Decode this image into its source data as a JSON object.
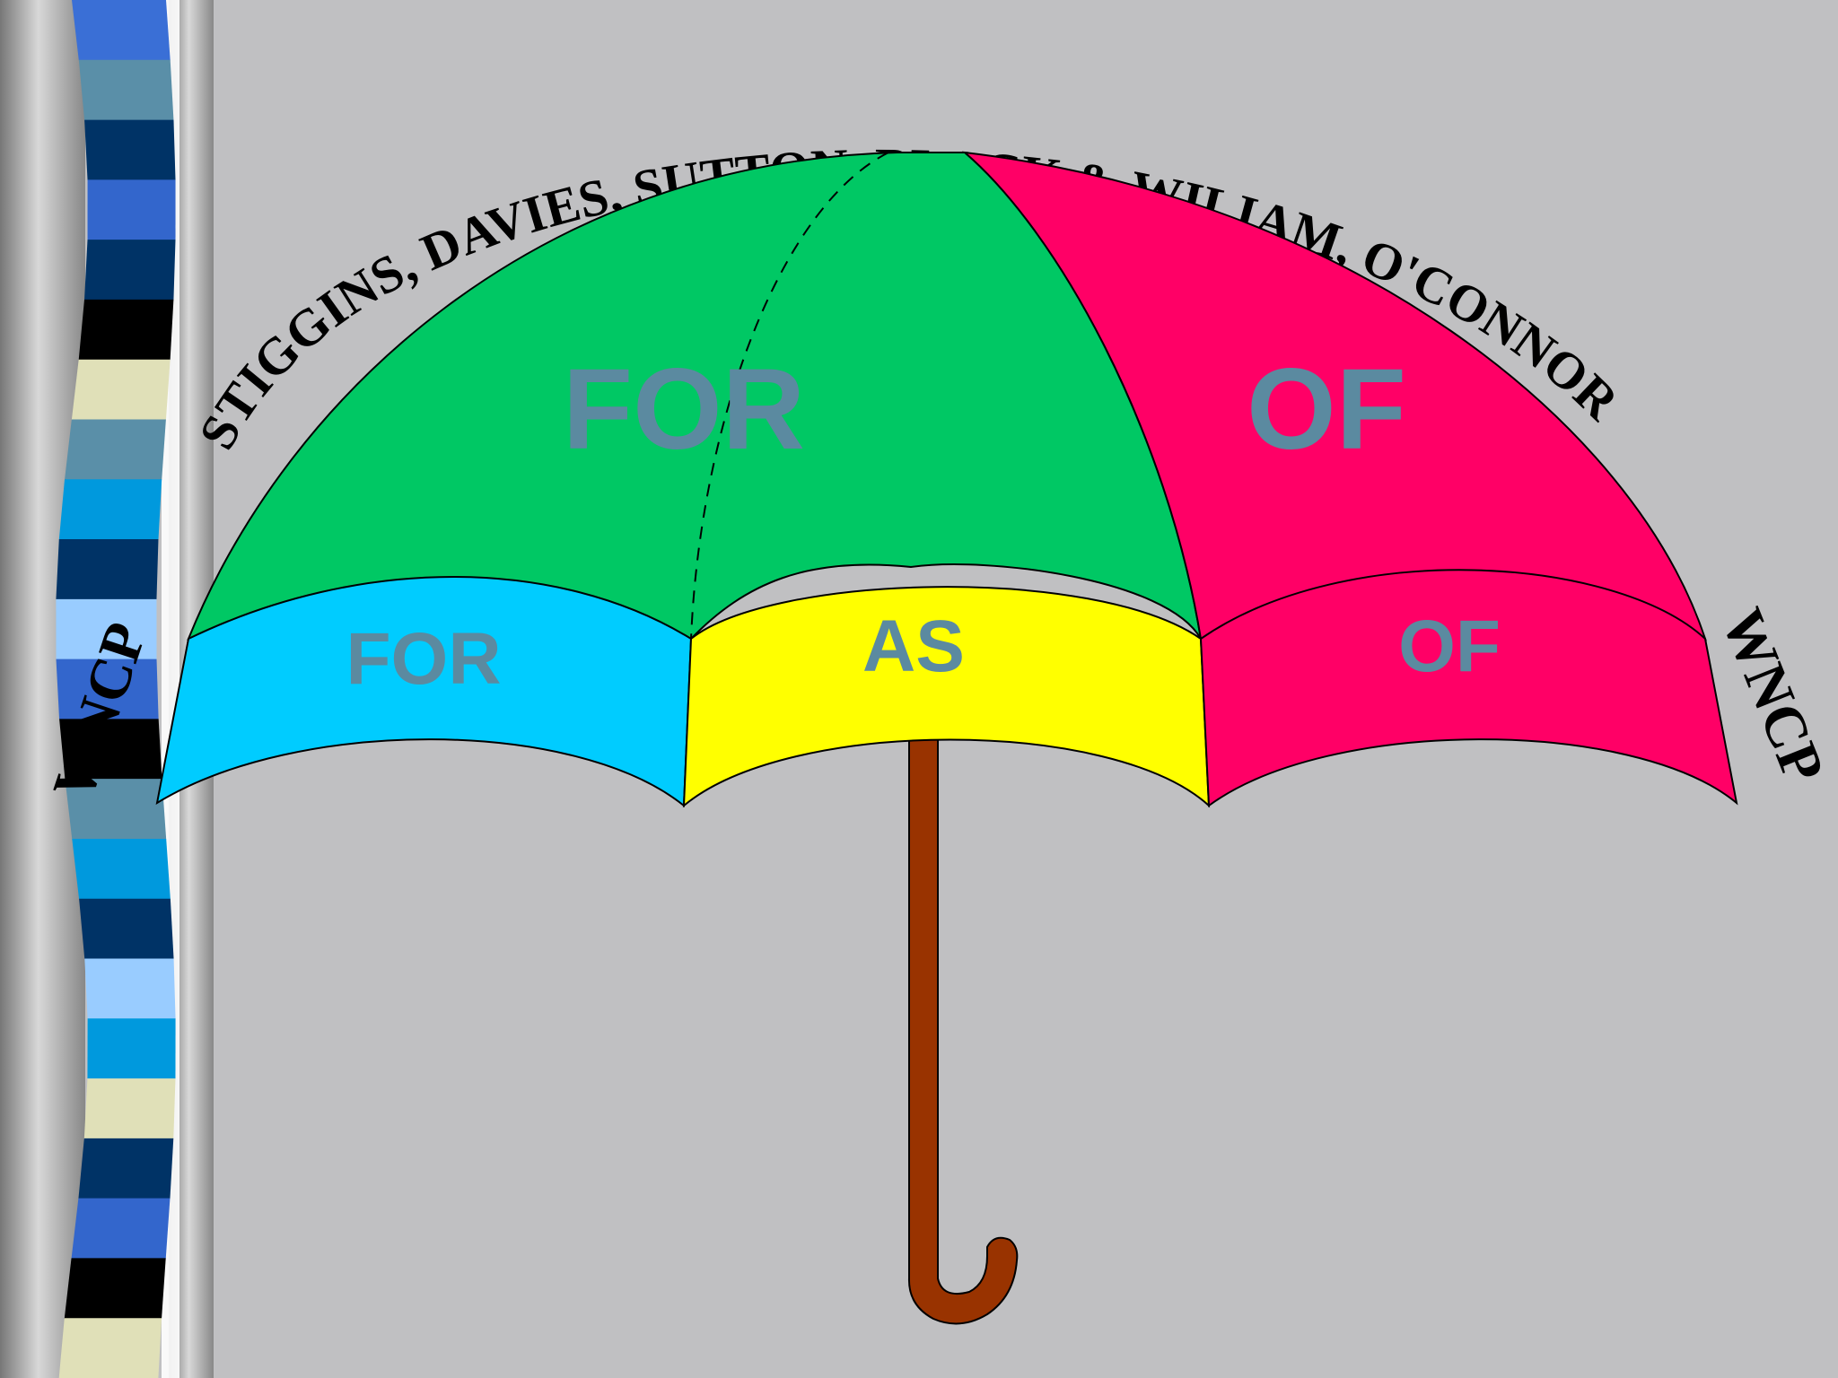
{
  "colors": {
    "background": "#c0c0c2",
    "panel_green": "#00c864",
    "panel_pink": "#ff0066",
    "panel_cyan": "#00ccff",
    "panel_yellow": "#ffff00",
    "label_text": "#5b8aa0",
    "handle": "#993300",
    "outline": "#000000"
  },
  "arc_title": "STIGGINS,  DAVIES,  SUTTON,  BLACK & WILIAM,  O'CONNOR",
  "side_labels": {
    "left": "WNCP",
    "right": "WNCP"
  },
  "umbrella": {
    "upper_left_label": "FOR",
    "upper_right_label": "OF",
    "band_left_label": "FOR",
    "band_middle_label": "AS",
    "band_right_label": "OF"
  },
  "left_border_stripe_colors": [
    "#3a6fd6",
    "#5a8fa8",
    "#003366",
    "#3366cc",
    "#003366",
    "#000000",
    "#e0e0b8",
    "#5a8fa8",
    "#0099dd",
    "#003366",
    "#99ccff",
    "#3366cc",
    "#000000",
    "#5a8fa8",
    "#0099dd",
    "#003366",
    "#99ccff",
    "#0099dd",
    "#e0e0b8",
    "#003366",
    "#3366cc",
    "#000000",
    "#e0e0b8"
  ]
}
